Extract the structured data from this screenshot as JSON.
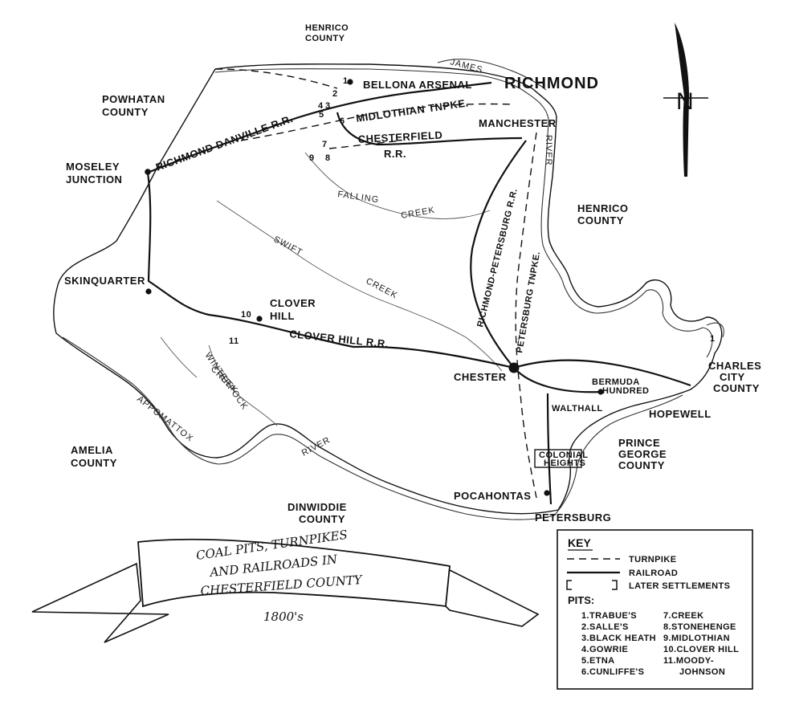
{
  "counties": {
    "henrico_north": [
      "HENRICO",
      "COUNTY"
    ],
    "powhatan": [
      "POWHATAN",
      "COUNTY"
    ],
    "henrico_east": [
      "HENRICO",
      "COUNTY"
    ],
    "charles_city": [
      "CHARLES",
      "CITY",
      "COUNTY"
    ],
    "amelia": [
      "AMELIA",
      "COUNTY"
    ],
    "dinwiddie": [
      "DINWIDDIE",
      "COUNTY"
    ],
    "prince_george": [
      "PRINCE",
      "GEORGE",
      "COUNTY"
    ]
  },
  "places": {
    "richmond": "RICHMOND",
    "manchester": "MANCHESTER",
    "bellona": "BELLONA ARSENAL",
    "moseley": [
      "MOSELEY",
      "JUNCTION"
    ],
    "skinquarter": "SKINQUARTER",
    "clover_hill": [
      "CLOVER",
      "HILL"
    ],
    "chester": "CHESTER",
    "bermuda": [
      "BERMUDA",
      "HUNDRED"
    ],
    "walthall": "WALTHALL",
    "hopewell": "HOPEWELL",
    "colonial": [
      "COLONIAL",
      "HEIGHTS"
    ],
    "pocahontas": "POCAHONTAS",
    "petersburg": "PETERSBURG"
  },
  "water": {
    "james": "JAMES",
    "river_east": "RIVER",
    "falling": "FALLING",
    "falling_creek": "CREEK",
    "swift": "SWIFT",
    "swift_creek": "CREEK",
    "winterpock": "WINTERPOCK",
    "winterpock_creek": "CREEK",
    "appomattox": "APPOMATTOX",
    "river_south": "RIVER"
  },
  "routes": {
    "richmond_danville": "RICHMOND   DANVILLE R.R.",
    "midlothian": "MIDLOTHIAN TNPKE.",
    "chesterfield": "CHESTERFIELD",
    "chesterfield_rr": "R.R.",
    "rich_pete_rr": "RICHMOND-PETERSBURG R.R.",
    "pete_tnpke": "PETERSBURG TNPKE.",
    "clover_hill_rr": "CLOVER HILL R.R."
  },
  "pit_numbers": [
    "1",
    "2",
    "3",
    "4",
    "5",
    "6",
    "7",
    "8",
    "9",
    "10",
    "11",
    "1"
  ],
  "compass": {
    "north": "N"
  },
  "banner": {
    "title_lines": [
      "COAL PITS, TURNPIKES",
      "AND RAILROADS IN",
      "CHESTERFIELD COUNTY"
    ],
    "year": "1800's"
  },
  "key": {
    "title": "KEY",
    "turnpike": "TURNPIKE",
    "railroad": "RAILROAD",
    "later": "LATER SETTLEMENTS",
    "pits_title": "PITS:",
    "pits_col1": [
      "1.TRABUE'S",
      "2.SALLE'S",
      "3.BLACK HEATH",
      "4.GOWRIE",
      "5.ETNA",
      "6.CUNLIFFE'S"
    ],
    "pits_col2": [
      "7.CREEK",
      "8.STONEHENGE",
      "9.MIDLOTHIAN",
      "10.CLOVER HILL",
      "11.MOODY-",
      "JOHNSON"
    ]
  }
}
